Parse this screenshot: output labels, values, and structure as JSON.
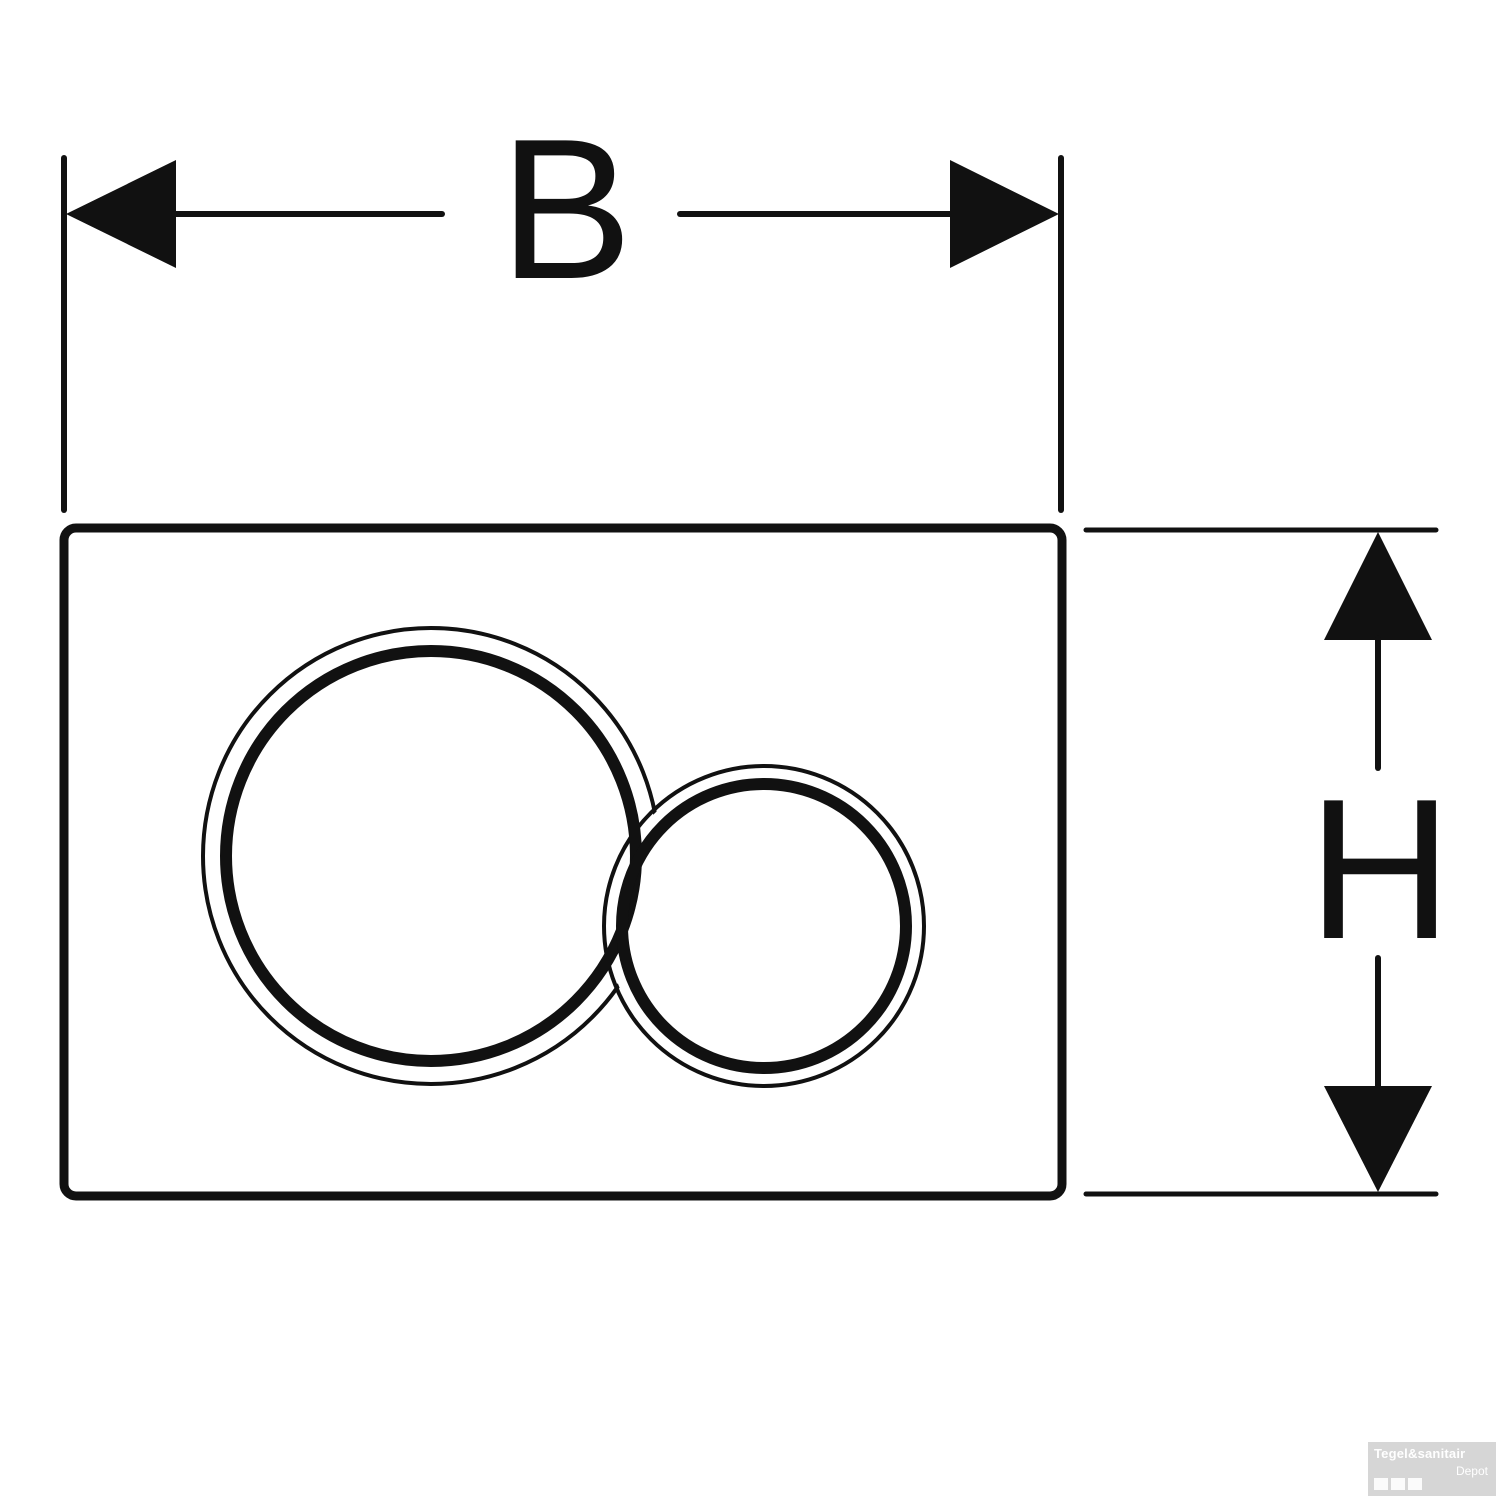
{
  "dimensions": {
    "width_label": "B",
    "height_label": "H"
  },
  "watermark": {
    "brand": "Tegel&sanitair",
    "sub": "Depot"
  },
  "colors": {
    "line": "#111111",
    "background": "#ffffff"
  }
}
